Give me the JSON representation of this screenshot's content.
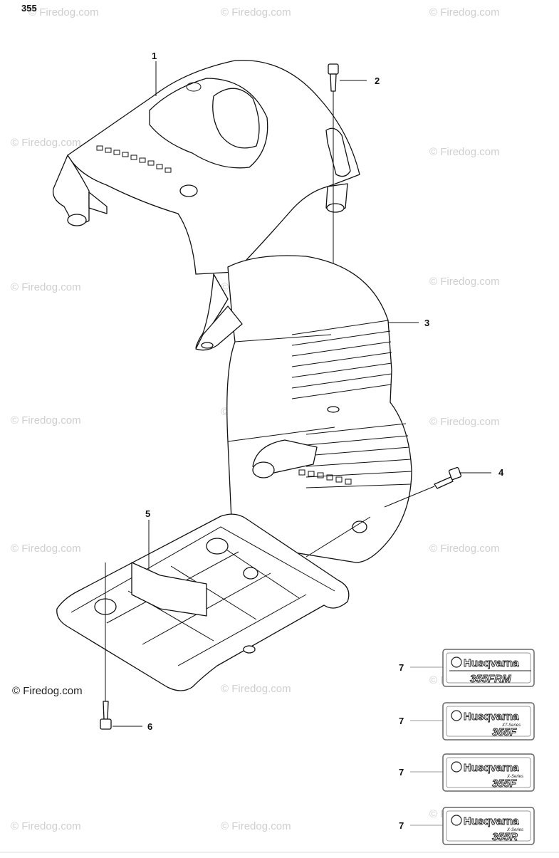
{
  "page": {
    "number": "355"
  },
  "watermark": {
    "text": "© Firedog.com",
    "credit": "© Firedog.com"
  },
  "callouts": [
    "1",
    "2",
    "3",
    "4",
    "5",
    "6"
  ],
  "decals": [
    {
      "callout": "7",
      "brand": "Husqvarna",
      "series": "",
      "model": "355FRM"
    },
    {
      "callout": "7",
      "brand": "Husqvarna",
      "series": "XT-Series",
      "model": "355F"
    },
    {
      "callout": "7",
      "brand": "Husqvarna",
      "series": "X-Series",
      "model": "355F"
    },
    {
      "callout": "7",
      "brand": "Husqvarna",
      "series": "X-Series",
      "model": "355R"
    }
  ]
}
